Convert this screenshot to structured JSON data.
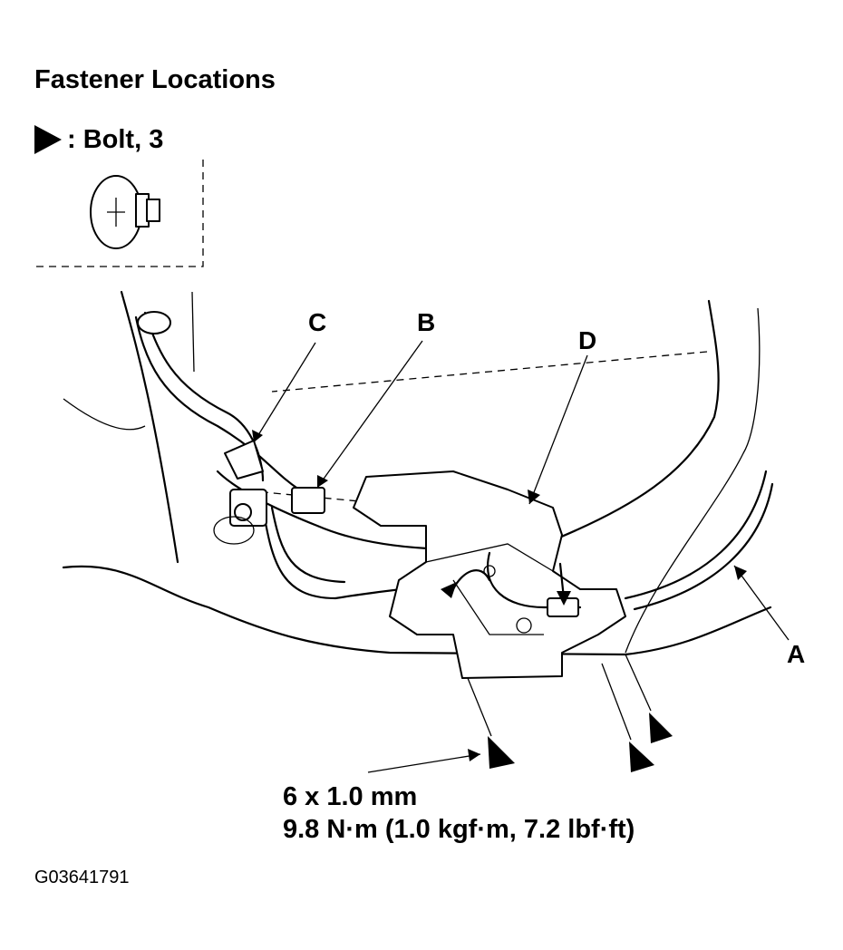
{
  "title": "Fastener Locations",
  "legend": {
    "symbol_icon": "filled-triangle-icon",
    "text": ": Bolt, 3"
  },
  "callouts": {
    "a": "A",
    "b": "B",
    "c": "C",
    "d": "D"
  },
  "spec": {
    "size": "6 x 1.0 mm",
    "torque": "9.8 N·m (1.0 kgf·m, 7.2 lbf·ft)"
  },
  "figure_code": "G03641791"
}
